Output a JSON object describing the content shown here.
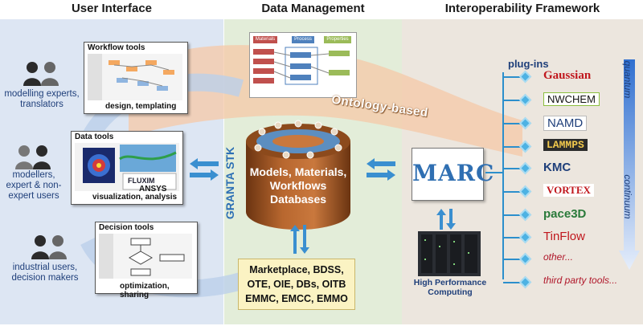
{
  "sections": {
    "user_interface": "User Interface",
    "data_management": "Data Management",
    "interoperability": "Interoperability Framework"
  },
  "ui": {
    "workflow": {
      "title": "Workflow tools",
      "caption": "design, templating",
      "users": "modelling experts,\ntranslators"
    },
    "data": {
      "title": "Data tools",
      "caption": "visualization, analysis",
      "users": "modellers,\nexpert & non-\nexpert users",
      "logos": [
        "FLUXIM",
        "ANSYS"
      ]
    },
    "decision": {
      "title": "Decision tools",
      "caption": "optimization, sharing",
      "users": "industrial users,\ndecision makers"
    }
  },
  "dm": {
    "stk": "GRANTA STK",
    "db_text": "Models, Materials,\nWorkflows\nDatabases",
    "ontology": "Ontology-based",
    "mini_labels": [
      "Materials",
      "Process",
      "Properties"
    ],
    "box": "Marketplace, BDSS,\nOTE, OIE, DBs, OITB\nEMMC, EMCC, EMMO"
  },
  "interop": {
    "marc": "MARC",
    "hpc": "High Performance\nComputing",
    "pluginsTitle": "plug-ins",
    "plugins": [
      "Gaussian",
      "NWCHEM",
      "NAMD",
      "LAMMPS",
      "KMC",
      "VORTEX",
      "pace3D",
      "TinFlow",
      "other...",
      "third party tools..."
    ],
    "quantum": "quantum",
    "continuum": "continuum"
  },
  "colors": {
    "accent_blue": "#2c8fcc",
    "db_brown": "#a05a2c",
    "box_yellow": "#fbf3c3"
  }
}
